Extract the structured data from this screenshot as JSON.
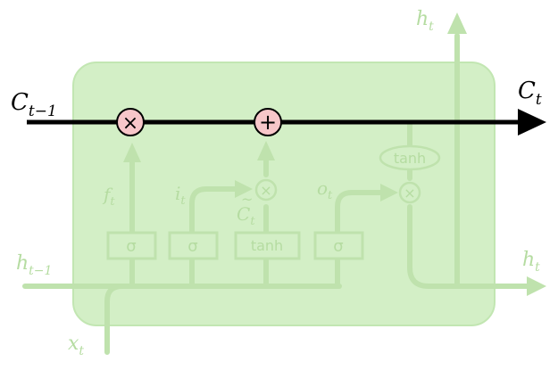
{
  "diagram": {
    "state_prev": {
      "base": "C",
      "sub": "t−1"
    },
    "state_next": {
      "base": "C",
      "sub": "t"
    },
    "hidden_out_top": {
      "base": "h",
      "sub": "t"
    },
    "hidden_out_right": {
      "base": "h",
      "sub": "t"
    },
    "hidden_prev": {
      "base": "h",
      "sub": "t−1"
    },
    "input": {
      "base": "x",
      "sub": "t"
    },
    "gate_labels": {
      "forget": {
        "base": "f",
        "sub": "t"
      },
      "input": {
        "base": "i",
        "sub": "t"
      },
      "candidate": {
        "base": "C",
        "sub": "t"
      },
      "output": {
        "base": "o",
        "sub": "t"
      }
    },
    "ops": {
      "multiply": "×",
      "add": "+"
    },
    "layers": {
      "sigma": "σ",
      "tanh": "tanh"
    },
    "colors": {
      "cell_fill": "#cfeec0",
      "faded_line": "#bfe2ad",
      "faded_text": "#b5dca1",
      "highlight_op": "#f7c6c9",
      "state_line": "#000000"
    }
  }
}
